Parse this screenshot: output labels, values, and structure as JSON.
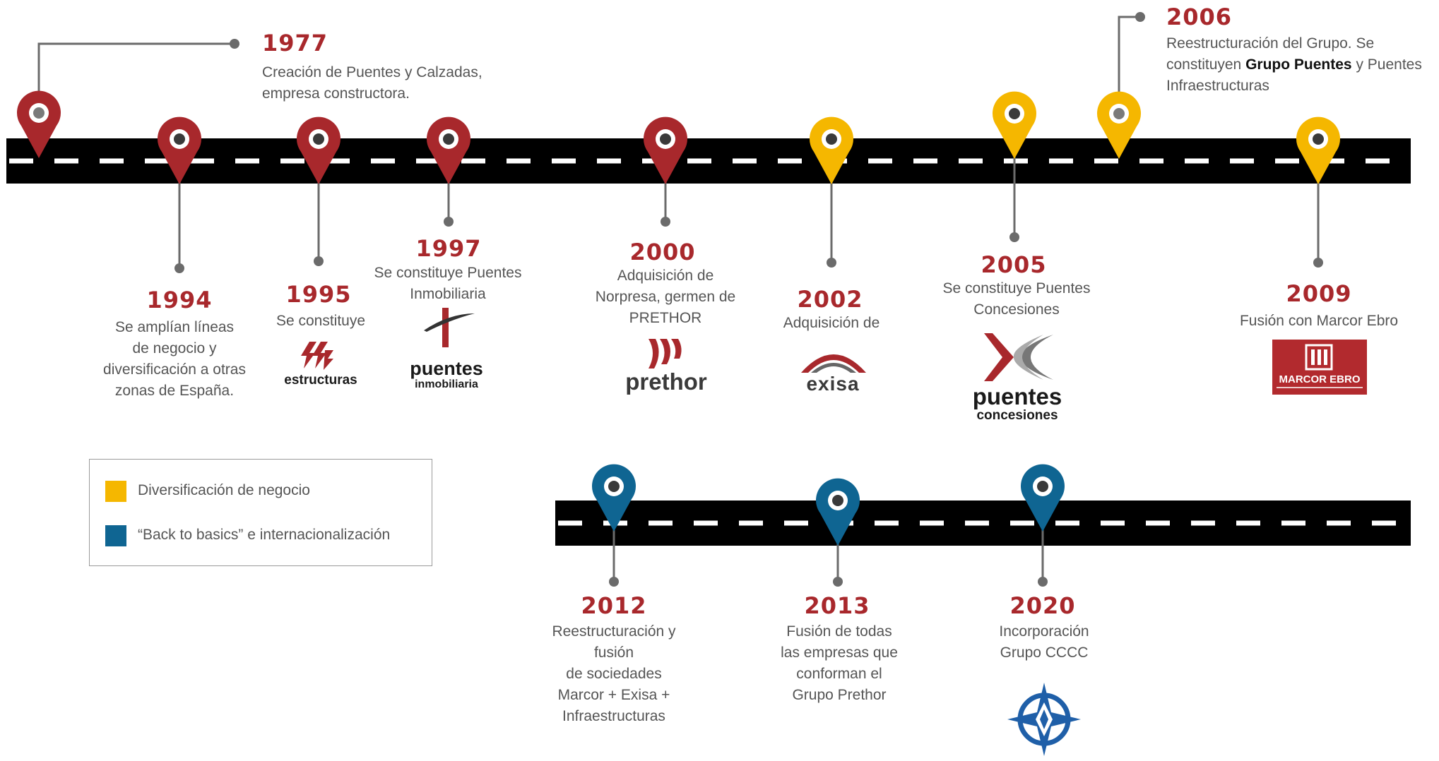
{
  "colors": {
    "red": "#a8282c",
    "yellow": "#f5b700",
    "blue": "#0f6592",
    "road": "#000000",
    "text": "#555555"
  },
  "events": {
    "e1977": {
      "year": "1977",
      "lines": [
        "Creación de Puentes y Calzadas,",
        "empresa constructora."
      ]
    },
    "e1994": {
      "year": "1994",
      "lines": [
        "Se amplían líneas",
        "de negocio y",
        "diversificación a otras",
        "zonas de España."
      ]
    },
    "e1995": {
      "year": "1995",
      "lines": [
        "Se constituye"
      ]
    },
    "e1997": {
      "year": "1997",
      "lines": [
        "Se constituye Puentes",
        "Inmobiliaria"
      ]
    },
    "e2000": {
      "year": "2000",
      "lines": [
        "Adquisición de",
        "Norpresa, germen de",
        "PRETHOR"
      ]
    },
    "e2002": {
      "year": "2002",
      "lines": [
        "Adquisición de"
      ]
    },
    "e2005": {
      "year": "2005",
      "lines": [
        "Se constituye Puentes",
        "Concesiones"
      ]
    },
    "e2006": {
      "year": "2006",
      "line1": "Reestructuración del Grupo. Se",
      "line2_pre": "constituyen ",
      "line2_bold": "Grupo Puentes",
      "line2_post": " y  Puentes",
      "line3": "Infraestructuras"
    },
    "e2009": {
      "year": "2009",
      "lines": [
        "Fusión con Marcor Ebro"
      ]
    },
    "e2012": {
      "year": "2012",
      "lines": [
        "Reestructuración y",
        "fusión",
        "de sociedades",
        "Marcor + Exisa +",
        "Infraestructuras"
      ]
    },
    "e2013": {
      "year": "2013",
      "lines": [
        "Fusión de todas",
        "las empresas que",
        "conforman el",
        "Grupo Prethor"
      ]
    },
    "e2020": {
      "year": "2020",
      "lines": [
        "Incorporación",
        "Grupo CCCC"
      ]
    }
  },
  "logos": {
    "estructuras": "estructuras",
    "puentes_inmobiliaria_1": "puentes",
    "puentes_inmobiliaria_2": "inmobiliaria",
    "prethor": "prethor",
    "exisa": "exisa",
    "puentes_concesiones_1": "puentes",
    "puentes_concesiones_2": "concesiones",
    "marcor": "MARCOR EBRO"
  },
  "legend": {
    "item1": {
      "label": "Diversificación  de negocio",
      "color": "#f5b700"
    },
    "item2": {
      "label": "“Back to basics” e internacionalización",
      "color": "#0f6592"
    }
  }
}
